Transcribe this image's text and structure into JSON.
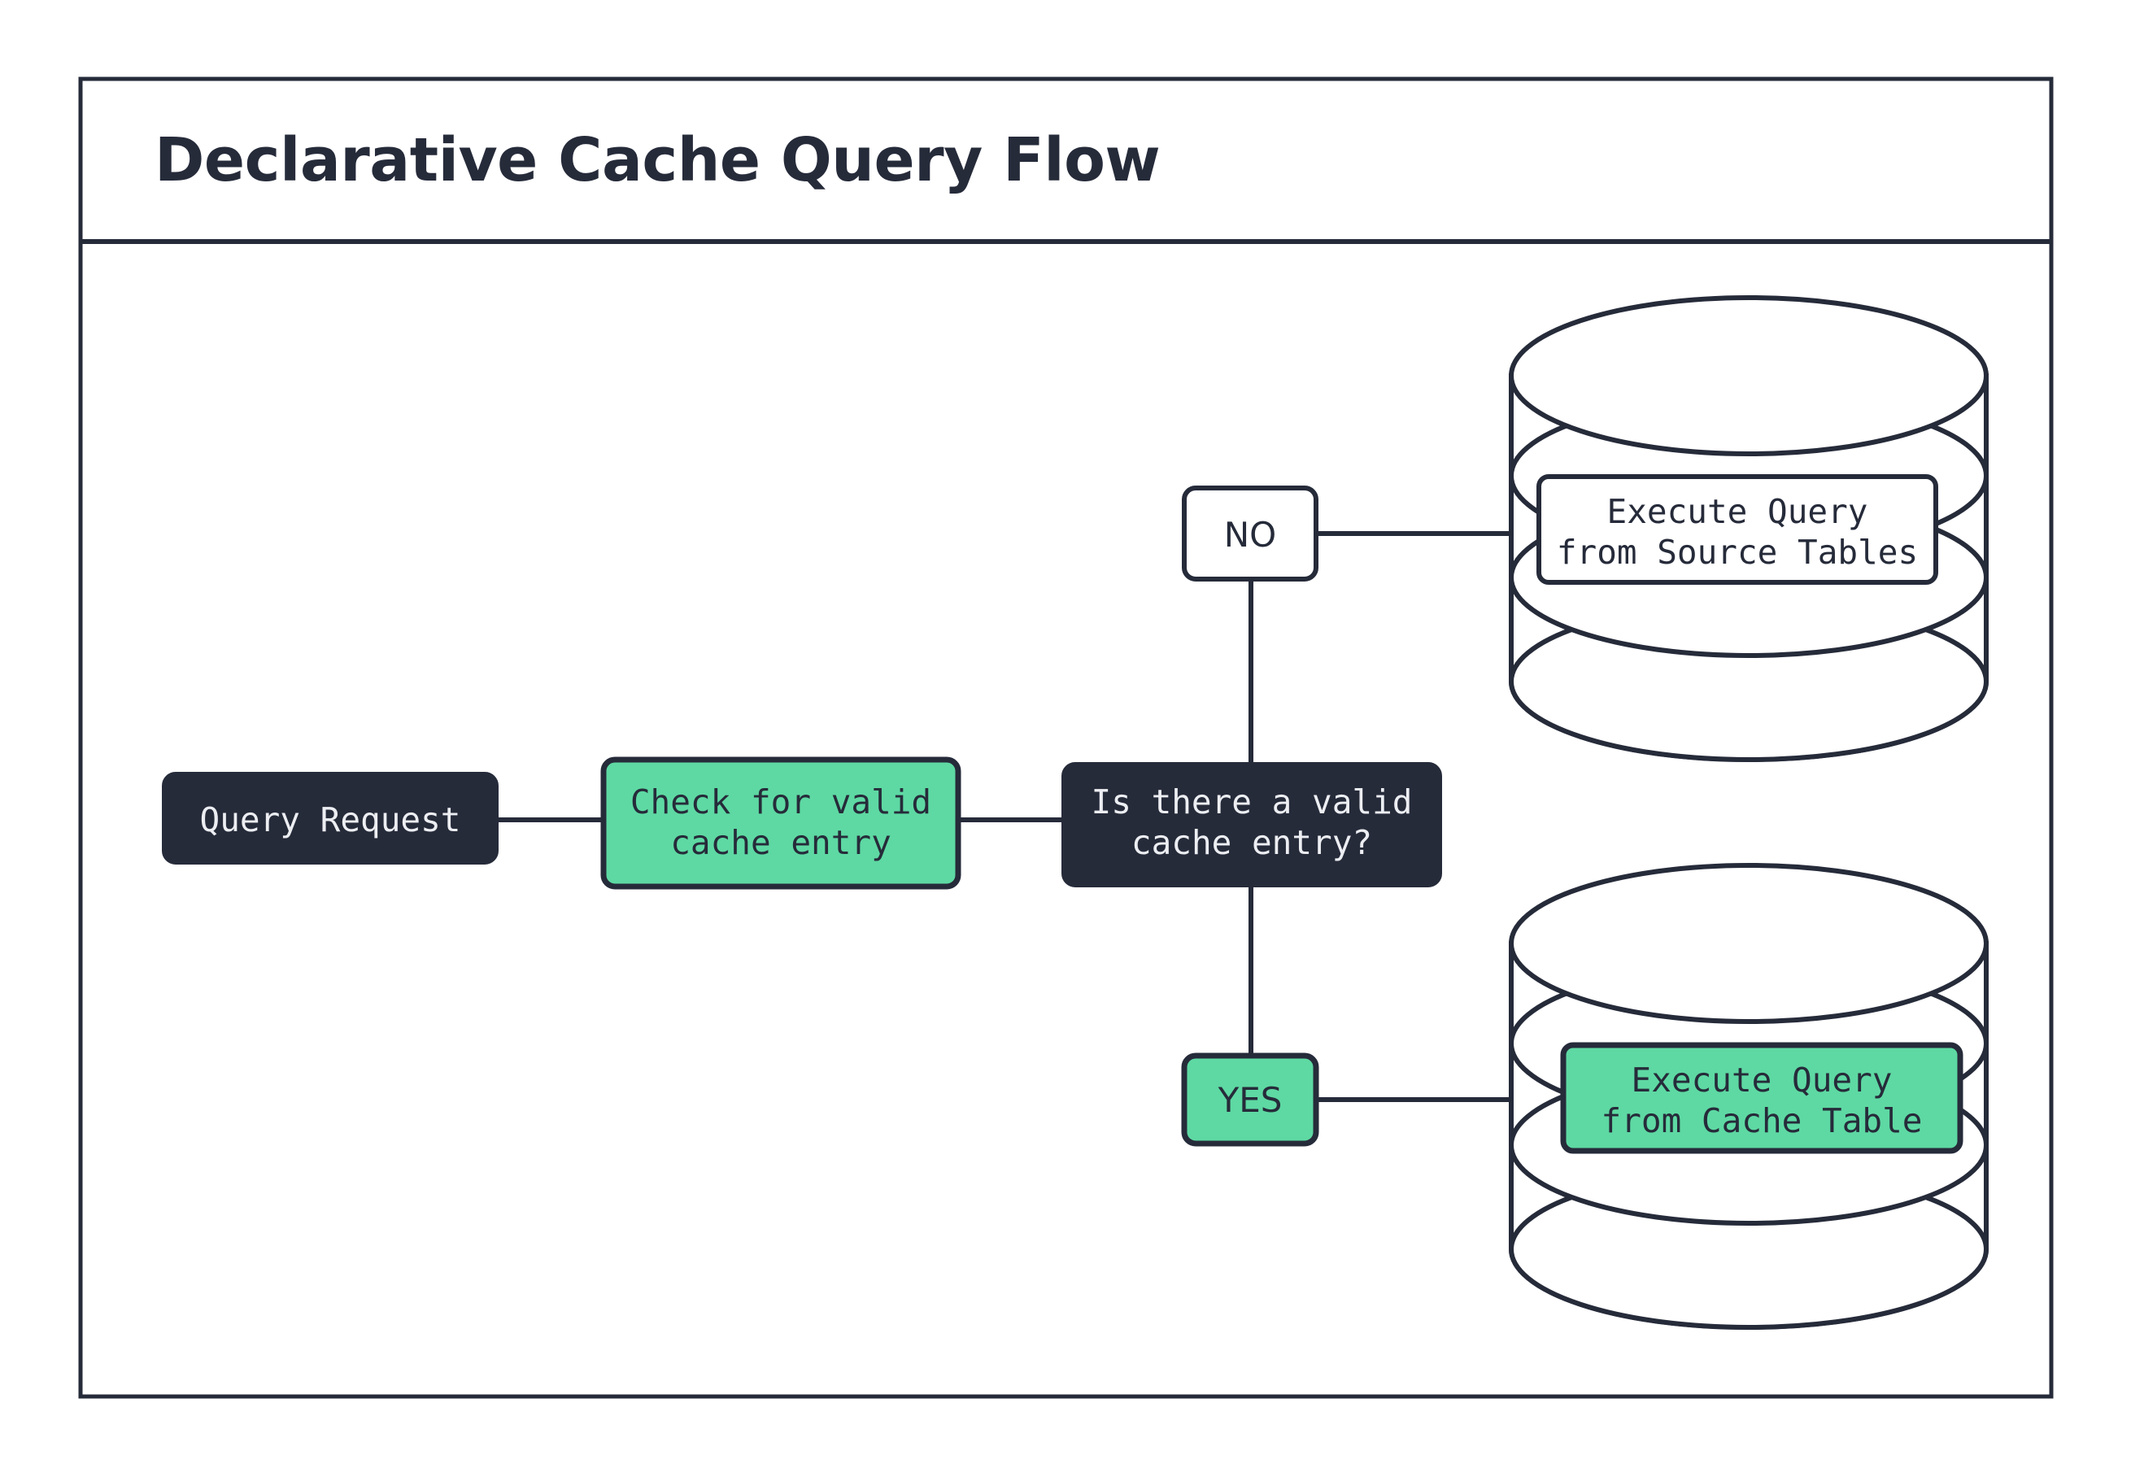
{
  "header": {
    "title": "Declarative Cache Query Flow"
  },
  "colors": {
    "dark": "#262b3a",
    "green": "#5ed9a3",
    "white": "#ffffff",
    "text_light": "#eceef2"
  },
  "nodes": {
    "query_request": {
      "label": "Query Request",
      "style": "dark"
    },
    "check_cache": {
      "label_line1": "Check for valid",
      "label_line2": "cache entry",
      "style": "green"
    },
    "decision": {
      "label_line1": "Is there a valid",
      "label_line2": "cache entry?",
      "style": "dark"
    },
    "source_tables": {
      "label_line1": "Execute Query",
      "label_line2": "from Source Tables",
      "style": "white",
      "container": "database-cylinder"
    },
    "cache_table": {
      "label_line1": "Execute Query",
      "label_line2": "from Cache Table",
      "style": "green",
      "container": "database-cylinder"
    }
  },
  "branches": {
    "no": {
      "label": "NO",
      "style": "white"
    },
    "yes": {
      "label": "YES",
      "style": "green"
    }
  }
}
